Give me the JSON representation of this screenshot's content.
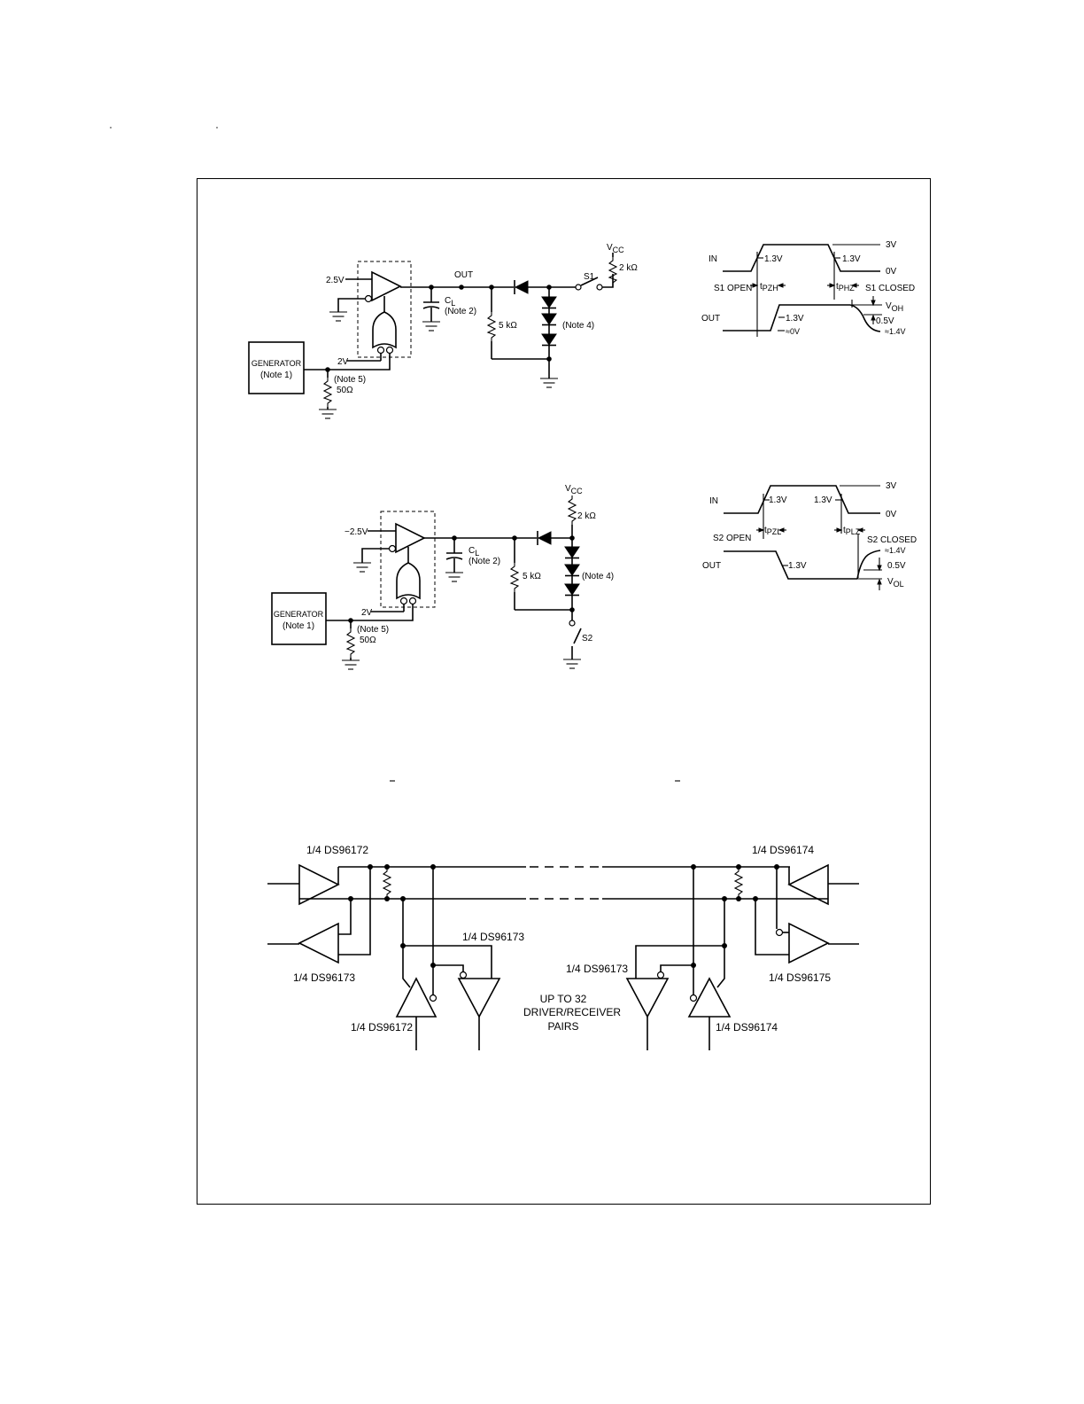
{
  "circuit1": {
    "vin": "2.5V",
    "enable_v": "2V",
    "out": "OUT",
    "cl": "C",
    "cl_sub": "L",
    "cl_note": "(Note 2)",
    "res5k": "5 kΩ",
    "res2k": "2 kΩ",
    "vcc": "V",
    "vcc_sub": "CC",
    "switch": "S1",
    "note4": "(Note 4)",
    "generator": "GENERATOR",
    "generator_note": "(Note 1)",
    "note5": "(Note 5)",
    "r50": "50Ω"
  },
  "wave1": {
    "in": "IN",
    "out": "OUT",
    "v3": "3V",
    "v0": "0V",
    "th1": "1.3V",
    "th2": "1.3V",
    "th3": "1.3V",
    "s_open": "S1 OPEN",
    "s_closed": "S1 CLOSED",
    "t_pzh": "t",
    "t_pzh_sub": "PZH",
    "t_phz": "t",
    "t_phz_sub": "PHZ",
    "voh": "V",
    "voh_sub": "OH",
    "d05": "0.5V",
    "approx0": "≈0V",
    "approx14": "≈1.4V"
  },
  "circuit2": {
    "vin": "−2.5V",
    "enable_v": "2V",
    "cl": "C",
    "cl_sub": "L",
    "cl_note": "(Note 2)",
    "res5k": "5 kΩ",
    "res2k": "2 kΩ",
    "vcc": "V",
    "vcc_sub": "CC",
    "switch": "S2",
    "note4": "(Note 4)",
    "generator": "GENERATOR",
    "generator_note": "(Note 1)",
    "note5": "(Note 5)",
    "r50": "50Ω"
  },
  "wave2": {
    "in": "IN",
    "out": "OUT",
    "v3": "3V",
    "v0": "0V",
    "th1": "1.3V",
    "th2": "1.3V",
    "th3": "1.3V",
    "s_open": "S2 OPEN",
    "s_closed": "S2 CLOSED",
    "t_pzl": "t",
    "t_pzl_sub": "PZL",
    "t_plz": "t",
    "t_plz_sub": "PLZ",
    "approx14": "≈1.4V",
    "d05": "0.5V",
    "vol": "V",
    "vol_sub": "OL"
  },
  "bus": {
    "left_top": "1/4 DS96172",
    "left_bottom": "1/4 DS96173",
    "mid_left_rx": "1/4 DS96173",
    "mid_left_tx": "1/4 DS96172",
    "right_top": "1/4 DS96174",
    "right_bottom": "1/4 DS96175",
    "mid_right_rx": "1/4 DS96173",
    "mid_right_tx": "1/4 DS96174",
    "center_line1": "UP TO 32",
    "center_line2": "DRIVER/RECEIVER",
    "center_line3": "PAIRS"
  }
}
